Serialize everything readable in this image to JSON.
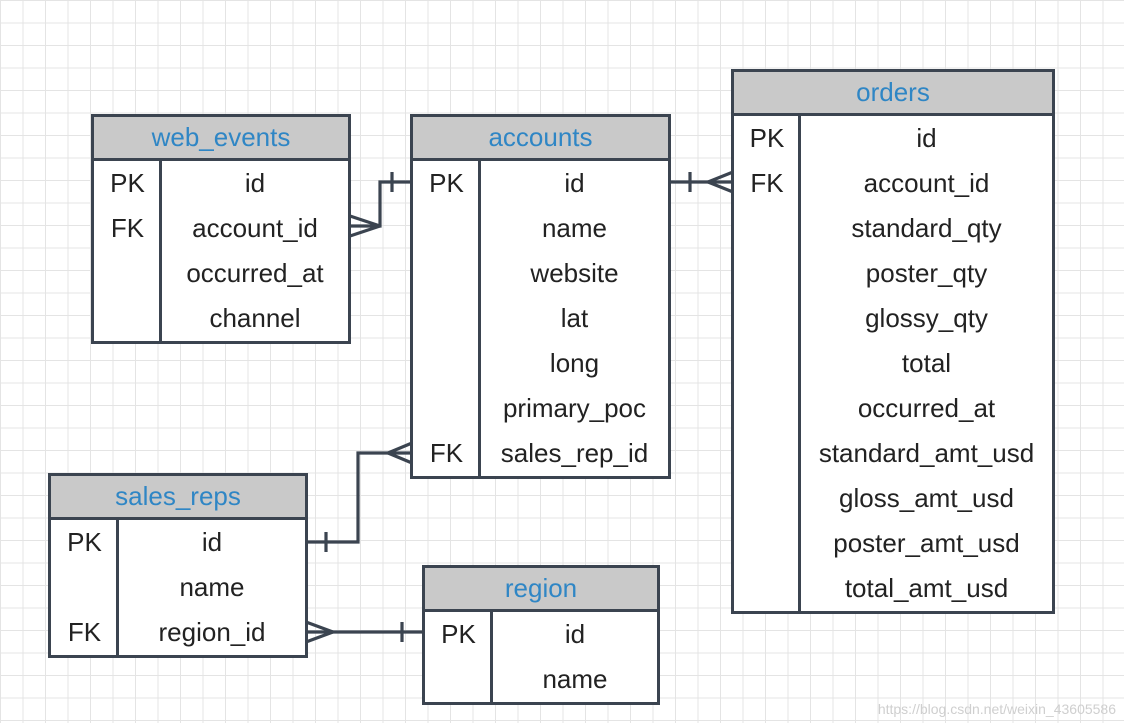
{
  "entities": {
    "web_events": {
      "title": "web_events",
      "rows": [
        {
          "key": "PK",
          "field": "id"
        },
        {
          "key": "FK",
          "field": "account_id"
        },
        {
          "key": "",
          "field": "occurred_at"
        },
        {
          "key": "",
          "field": "channel"
        }
      ]
    },
    "accounts": {
      "title": "accounts",
      "rows": [
        {
          "key": "PK",
          "field": "id"
        },
        {
          "key": "",
          "field": "name"
        },
        {
          "key": "",
          "field": "website"
        },
        {
          "key": "",
          "field": "lat"
        },
        {
          "key": "",
          "field": "long"
        },
        {
          "key": "",
          "field": "primary_poc"
        },
        {
          "key": "FK",
          "field": "sales_rep_id"
        }
      ]
    },
    "orders": {
      "title": "orders",
      "rows": [
        {
          "key": "PK",
          "field": "id"
        },
        {
          "key": "FK",
          "field": "account_id"
        },
        {
          "key": "",
          "field": "standard_qty"
        },
        {
          "key": "",
          "field": "poster_qty"
        },
        {
          "key": "",
          "field": "glossy_qty"
        },
        {
          "key": "",
          "field": "total"
        },
        {
          "key": "",
          "field": "occurred_at"
        },
        {
          "key": "",
          "field": "standard_amt_usd"
        },
        {
          "key": "",
          "field": "gloss_amt_usd"
        },
        {
          "key": "",
          "field": "poster_amt_usd"
        },
        {
          "key": "",
          "field": "total_amt_usd"
        }
      ]
    },
    "sales_reps": {
      "title": "sales_reps",
      "rows": [
        {
          "key": "PK",
          "field": "id"
        },
        {
          "key": "",
          "field": "name"
        },
        {
          "key": "FK",
          "field": "region_id"
        }
      ]
    },
    "region": {
      "title": "region",
      "rows": [
        {
          "key": "PK",
          "field": "id"
        },
        {
          "key": "",
          "field": "name"
        }
      ]
    }
  },
  "watermark": "https://blog.csdn.net/weixin_43605586",
  "colors": {
    "header_text": "#2f86c5",
    "header_bg": "#c9c9c9",
    "border": "#3b4450"
  }
}
